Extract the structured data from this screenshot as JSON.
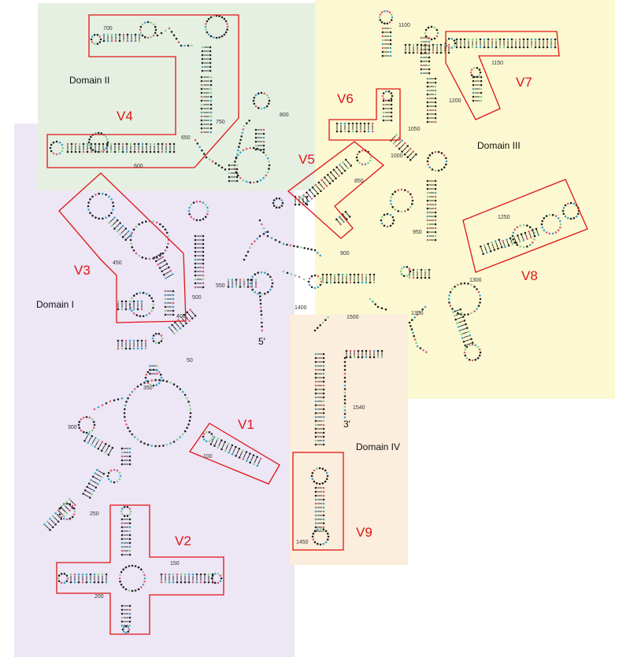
{
  "diagram": {
    "domains": [
      {
        "key": "I",
        "label": "Domain I",
        "color": "#ece6f5"
      },
      {
        "key": "II",
        "label": "Domain II",
        "color": "#e6f0e2"
      },
      {
        "key": "III",
        "label": "Domain III",
        "color": "#fbf8d2"
      },
      {
        "key": "IV",
        "label": "Domain IV",
        "color": "#fbeedc"
      }
    ],
    "variable_regions": [
      "V1",
      "V2",
      "V3",
      "V4",
      "V5",
      "V6",
      "V7",
      "V8",
      "V9"
    ],
    "position_labels": [
      "50",
      "100",
      "150",
      "200",
      "250",
      "300",
      "350",
      "400",
      "450",
      "500",
      "550",
      "600",
      "650",
      "700",
      "750",
      "800",
      "850",
      "900",
      "950",
      "1000",
      "1050",
      "1100",
      "1150",
      "1200",
      "1250",
      "1300",
      "1350",
      "1400",
      "1450",
      "1500",
      "1540"
    ],
    "ends": {
      "five_prime": "5'",
      "three_prime": "3'"
    },
    "nucleotide_colors": {
      "G": "#d9607a",
      "U": "#3aa6c9",
      "C": "#222222",
      "A": "#8ccf8c"
    },
    "highlight_color": "#e01414"
  }
}
